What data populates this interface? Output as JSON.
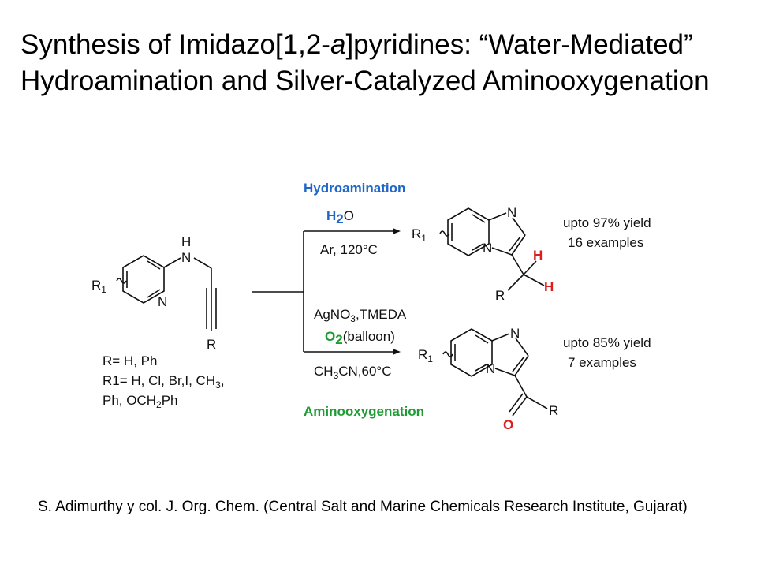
{
  "title": {
    "part1": "Synthesis of Imidazo[1,2-",
    "italic": "a",
    "part2": "]pyridines: “Water-Mediated” Hydroamination and Silver-Catalyzed Aminooxygenation"
  },
  "scheme": {
    "reactant": {
      "nh_h": "H",
      "nh_n": "N",
      "ring_n": "N",
      "r1_main": "R",
      "r1_sub": "1",
      "alkyne_r": "R"
    },
    "substituents": {
      "line1": "R= H, Ph",
      "line2": "R1= H, Cl, Br,I, CH",
      "line2_sub": "3",
      "line2_end": ",",
      "line3_a": "Ph, OCH",
      "line3_sub": "2",
      "line3_b": "Ph"
    },
    "hydroamination": {
      "label": "Hydroamination",
      "reagent_h": "H",
      "reagent_sub": "2",
      "reagent_o": "O",
      "conditions": "Ar, 120°C",
      "product": {
        "r1_main": "R",
        "r1_sub": "1",
        "n_top": "N",
        "n_bridge": "N",
        "h1": "H",
        "h2": "H",
        "r": "R"
      },
      "yield": "upto 97% yield",
      "examples": "16 examples"
    },
    "aminooxygenation": {
      "reagent1_a": "AgNO",
      "reagent1_sub": "3",
      "reagent1_b": ",TMEDA",
      "reagent2_o": "O",
      "reagent2_sub": "2",
      "reagent2_b": "(balloon)",
      "solvent_a": "CH",
      "solvent_sub": "3",
      "solvent_b": "CN,60°C",
      "label": "Aminooxygenation",
      "product": {
        "r1_main": "R",
        "r1_sub": "1",
        "n_top": "N",
        "n_bridge": "N",
        "o": "O",
        "r": "R"
      },
      "yield": "upto 85% yield",
      "examples": "7 examples"
    }
  },
  "citation": "S. Adimurthy y col. J. Org. Chem. (Central Salt and Marine Chemicals Research Institute, Gujarat)",
  "colors": {
    "blue_label": "#1f66c9",
    "green_label": "#1e9c33",
    "red_atom": "#d82020"
  }
}
